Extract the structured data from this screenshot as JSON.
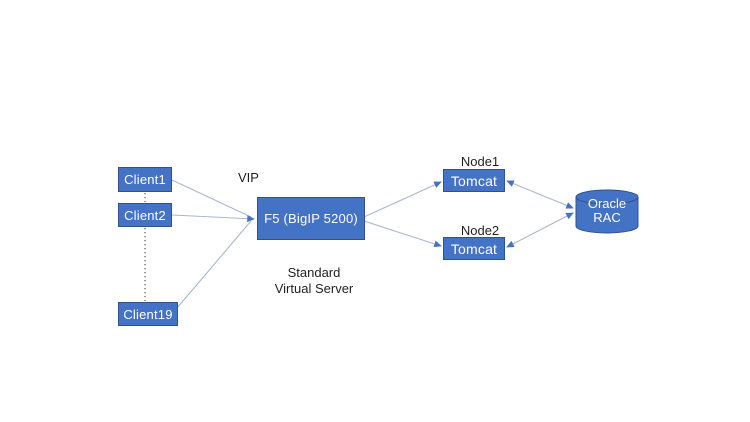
{
  "diagram": {
    "clients": [
      {
        "label": "Client1"
      },
      {
        "label": "Client2"
      },
      {
        "label": "Client19"
      }
    ],
    "vip_label": "VIP",
    "load_balancer": {
      "label": "F5 (BigIP 5200)",
      "caption_line1": "Standard",
      "caption_line2": "Virtual Server"
    },
    "app_nodes": [
      {
        "title": "Node1",
        "label": "Tomcat"
      },
      {
        "title": "Node2",
        "label": "Tomcat"
      }
    ],
    "database": {
      "label_line1": "Oracle",
      "label_line2": "RAC"
    },
    "colors": {
      "shape_fill": "#4472C4",
      "shape_border": "#2F528F",
      "connector_line": "#A9B6CE",
      "arrowhead": "#4472C4",
      "dotted_line": "#595959",
      "text_on_shape": "#FFFFFF",
      "text_label": "#1F1F1F",
      "background": "#FFFFFF"
    }
  }
}
